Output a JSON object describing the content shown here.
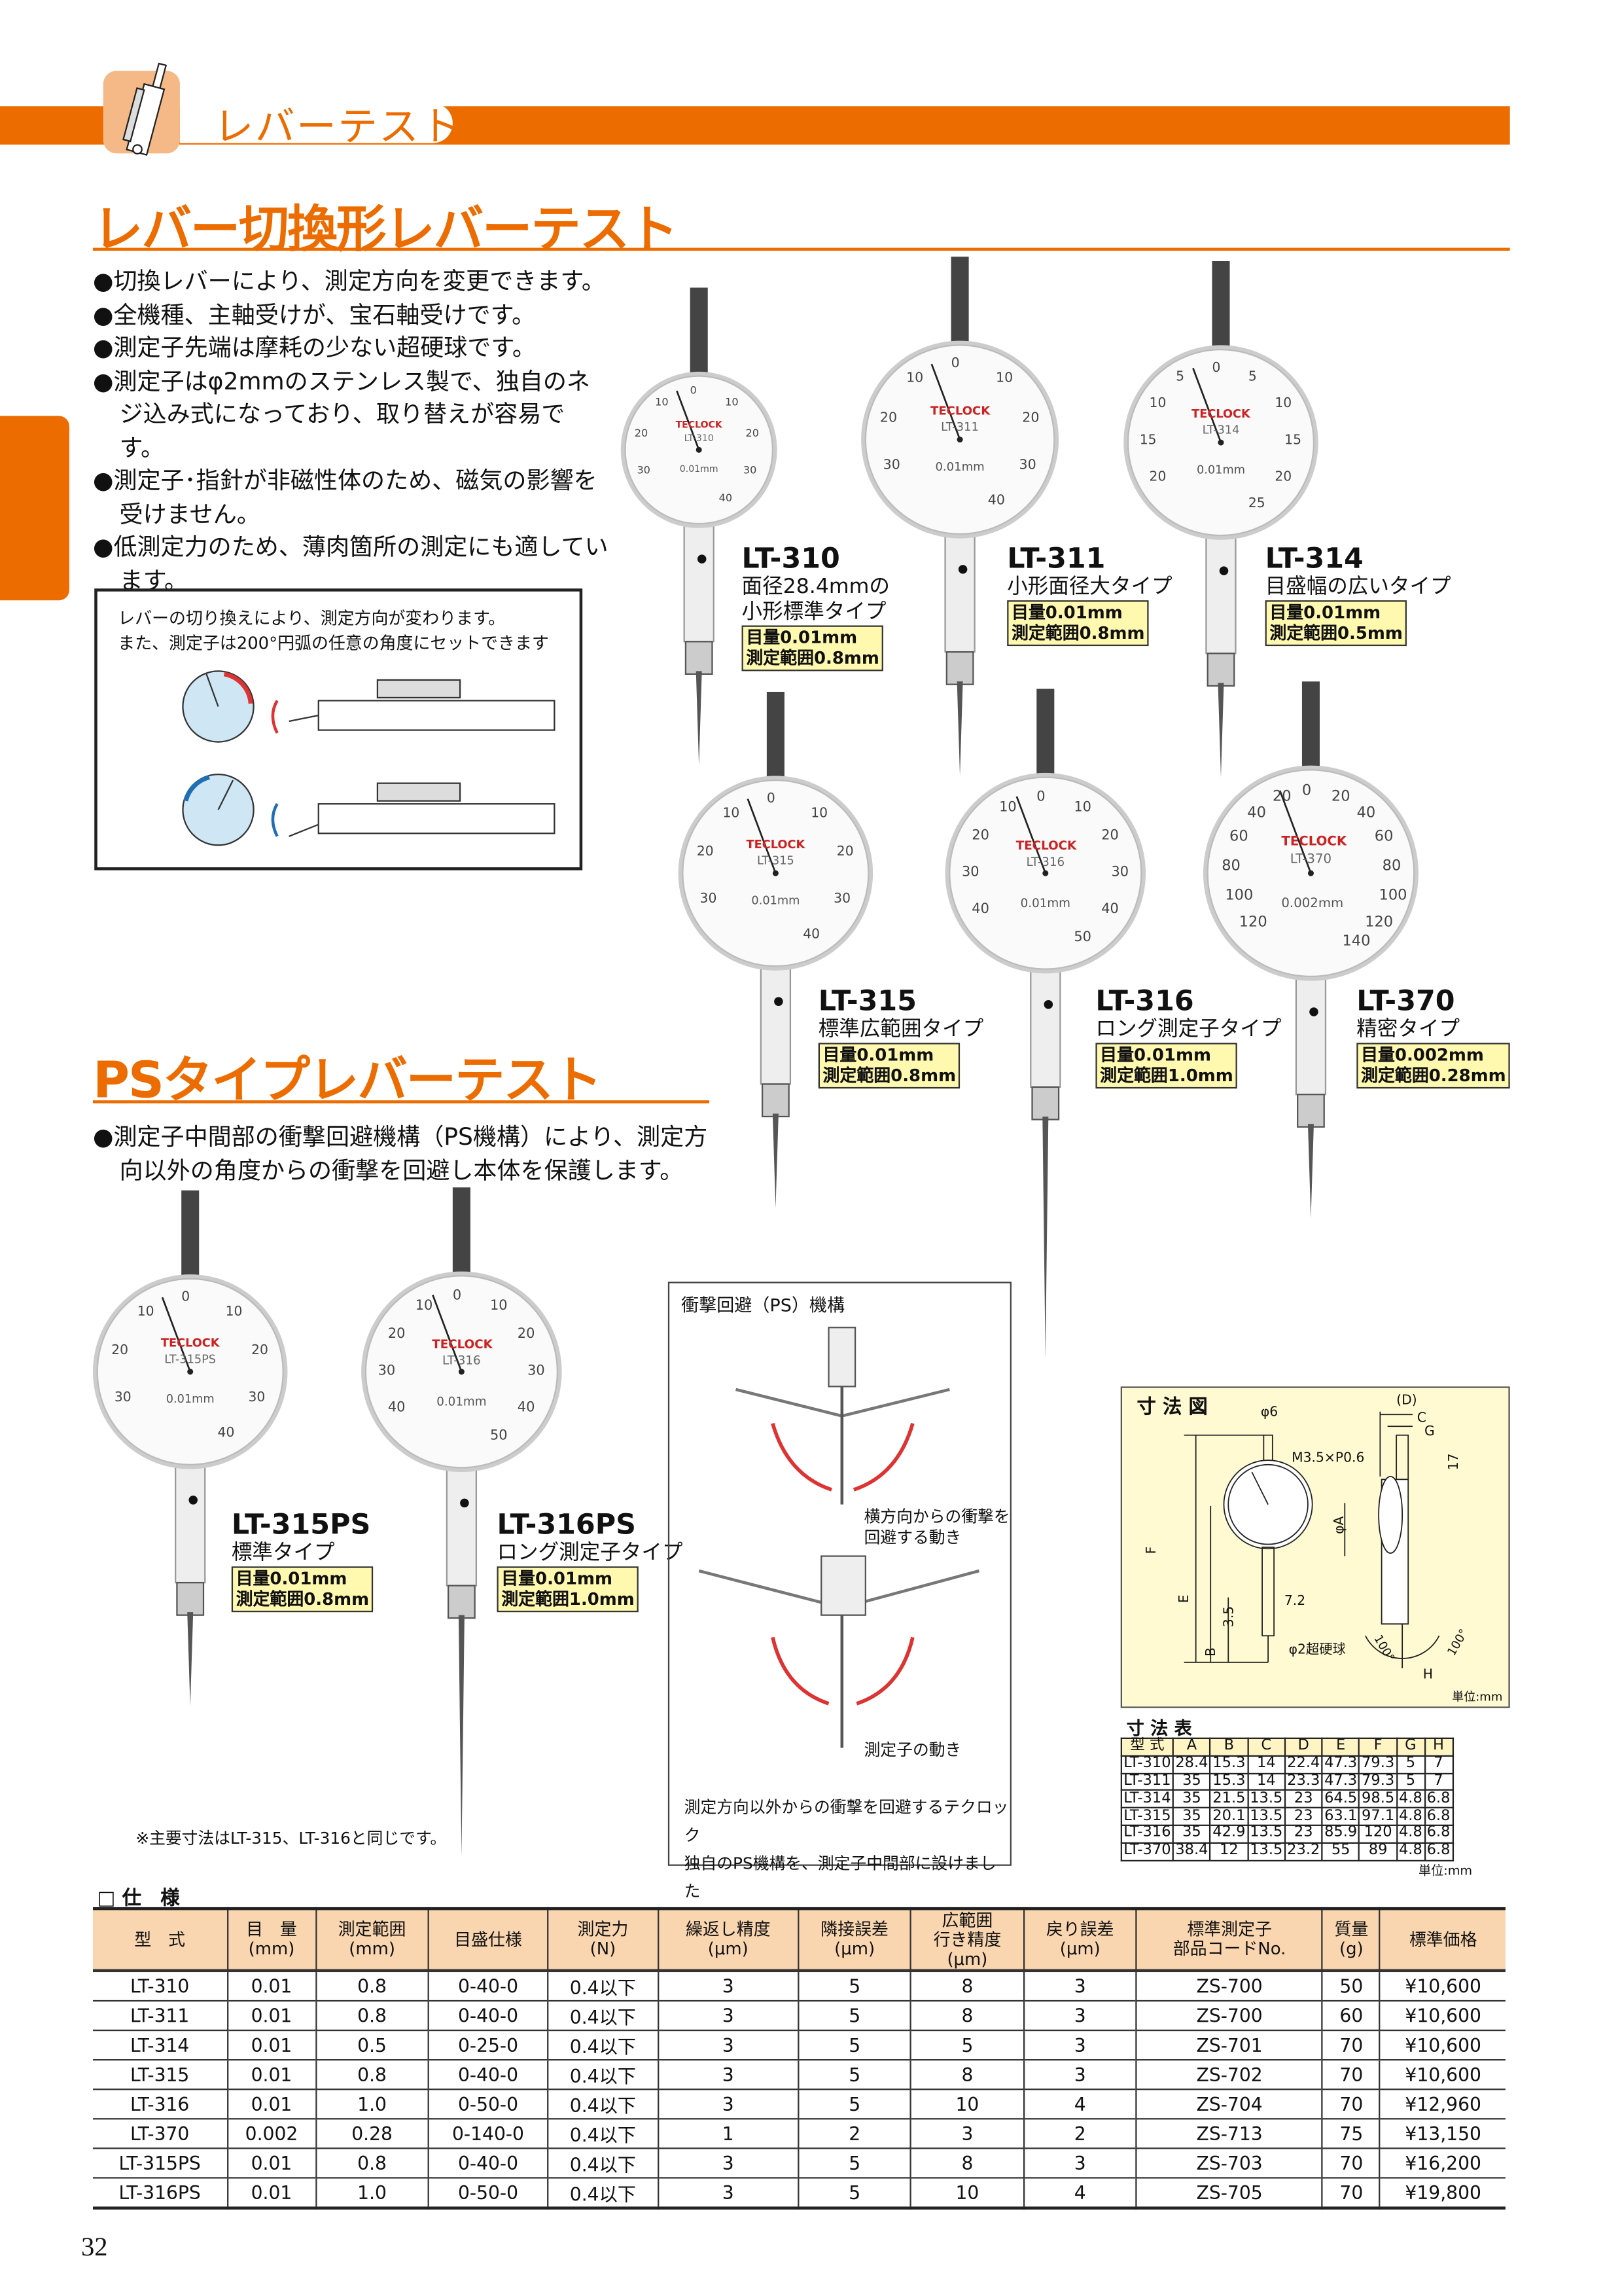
{
  "header": {
    "category": "レバーテスト"
  },
  "section1": {
    "title": "レバー切換形レバーテスト",
    "bullets": [
      "●切換レバーにより、測定方向を変更できます。",
      "●全機種、主軸受けが、宝石軸受けです。",
      "●測定子先端は摩耗の少ない超硬球です。",
      "●測定子はφ2mmのステンレス製で、独自のネジ込み式になっており、取り替えが容易です。",
      "●測定子･指針が非磁性体のため、磁気の影響を受けません。",
      "●低測定力のため、薄肉箇所の測定にも適しています。"
    ],
    "lever_note": [
      "レバーの切り換えにより、測定方向が変わります。",
      "また、測定子は200°円弧の任意の角度にセットできます"
    ]
  },
  "section2": {
    "title": "PSタイプレバーテスト",
    "bullets": [
      "●測定子中間部の衝撃回避機構（PS機構）により、測定方向以外の角度からの衝撃を回避し本体を保護します。"
    ],
    "note": "※主要寸法はLT-315、LT-316と同じです。"
  },
  "products": [
    {
      "model": "LT-310",
      "desc": [
        "面径28.4mmの",
        "小形標準タイプ"
      ],
      "spec": [
        "目量0.01mm",
        "測定範囲0.8mm"
      ],
      "brand": "TECLOCK",
      "dial_code": "LT-310",
      "unit": "0.01mm",
      "dial": [
        "0",
        "10",
        "10",
        "20",
        "20",
        "30",
        "30",
        "40"
      ]
    },
    {
      "model": "LT-311",
      "desc": [
        "小形面径大タイプ"
      ],
      "spec": [
        "目量0.01mm",
        "測定範囲0.8mm"
      ],
      "brand": "TECLOCK",
      "dial_code": "LT-311",
      "unit": "0.01mm",
      "dial": [
        "0",
        "10",
        "10",
        "20",
        "20",
        "30",
        "30",
        "40"
      ]
    },
    {
      "model": "LT-314",
      "desc": [
        "目盛幅の広いタイプ"
      ],
      "spec": [
        "目量0.01mm",
        "測定範囲0.5mm"
      ],
      "brand": "TECLOCK",
      "dial_code": "LT-314",
      "unit": "0.01mm",
      "dial": [
        "0",
        "5",
        "5",
        "10",
        "10",
        "15",
        "15",
        "20",
        "20",
        "25"
      ]
    },
    {
      "model": "LT-315",
      "desc": [
        "標準広範囲タイプ"
      ],
      "spec": [
        "目量0.01mm",
        "測定範囲0.8mm"
      ],
      "brand": "TECLOCK",
      "dial_code": "LT-315",
      "unit": "0.01mm",
      "dial": [
        "0",
        "10",
        "10",
        "20",
        "20",
        "30",
        "30",
        "40"
      ]
    },
    {
      "model": "LT-316",
      "desc": [
        "ロング測定子タイプ"
      ],
      "spec": [
        "目量0.01mm",
        "測定範囲1.0mm"
      ],
      "brand": "TECLOCK",
      "dial_code": "LT-316",
      "unit": "0.01mm",
      "dial": [
        "0",
        "10",
        "10",
        "20",
        "20",
        "30",
        "30",
        "40",
        "40",
        "50"
      ]
    },
    {
      "model": "LT-370",
      "desc": [
        "精密タイプ"
      ],
      "spec": [
        "目量0.002mm",
        "測定範囲0.28mm"
      ],
      "brand": "TECLOCK",
      "dial_code": "LT-370",
      "unit": "0.002mm",
      "dial": [
        "0",
        "20",
        "20",
        "40",
        "40",
        "60",
        "60",
        "80",
        "80",
        "100",
        "100",
        "120",
        "120",
        "140"
      ]
    },
    {
      "model": "LT-315PS",
      "desc": [
        "標準タイプ"
      ],
      "spec": [
        "目量0.01mm",
        "測定範囲0.8mm"
      ],
      "brand": "TECLOCK",
      "dial_code": "LT-315PS",
      "unit": "0.01mm",
      "dial": [
        "0",
        "10",
        "10",
        "20",
        "20",
        "30",
        "30",
        "40"
      ]
    },
    {
      "model": "LT-316PS",
      "desc": [
        "ロング測定子タイプ"
      ],
      "spec": [
        "目量0.01mm",
        "測定範囲1.0mm"
      ],
      "brand": "TECLOCK",
      "dial_code": "LT-316",
      "unit": "0.01mm",
      "dial": [
        "0",
        "10",
        "10",
        "20",
        "20",
        "30",
        "30",
        "40",
        "40",
        "50"
      ]
    }
  ],
  "ps_mechanism": {
    "title": "衝撃回避（PS）機構",
    "label1": [
      "横方向からの衝撃を",
      "回避する動き"
    ],
    "label2": "測定子の動き",
    "caption": [
      "測定方向以外からの衝撃を回避するテクロック",
      "独自のPS機構を、測定子中間部に設けました"
    ]
  },
  "dim_figure": {
    "title": "寸 法 図",
    "labels": {
      "phi6": "φ6",
      "thread": "M3.5×P0.6",
      "d": "(D)",
      "c": "C",
      "g": "G",
      "l17": "17",
      "phiA": "φA",
      "f": "F",
      "e": "E",
      "b": "B",
      "l35": "3.5",
      "l72": "7.2",
      "ball": "φ2超硬球",
      "deg1": "100°",
      "deg2": "100°",
      "h": "H"
    },
    "unit": "単位:mm"
  },
  "dim_table": {
    "title": "寸 法 表",
    "headers": [
      "型 式",
      "A",
      "B",
      "C",
      "D",
      "E",
      "F",
      "G",
      "H"
    ],
    "rows": [
      [
        "LT-310",
        "28.4",
        "15.3",
        "14",
        "22.4",
        "47.3",
        "79.3",
        "5",
        "7"
      ],
      [
        "LT-311",
        "35",
        "15.3",
        "14",
        "23.3",
        "47.3",
        "79.3",
        "5",
        "7"
      ],
      [
        "LT-314",
        "35",
        "21.5",
        "13.5",
        "23",
        "64.5",
        "98.5",
        "4.8",
        "6.8"
      ],
      [
        "LT-315",
        "35",
        "20.1",
        "13.5",
        "23",
        "63.1",
        "97.1",
        "4.8",
        "6.8"
      ],
      [
        "LT-316",
        "35",
        "42.9",
        "13.5",
        "23",
        "85.9",
        "120",
        "4.8",
        "6.8"
      ],
      [
        "LT-370",
        "38.4",
        "12",
        "13.5",
        "23.2",
        "55",
        "89",
        "4.8",
        "6.8"
      ]
    ],
    "unit": "単位:mm"
  },
  "spec_table": {
    "title": "□ 仕　様",
    "headers": [
      "型　式",
      "目　量\n(mm)",
      "測定範囲\n(mm)",
      "目盛仕様",
      "測定力\n(N)",
      "繰返し精度\n(μm)",
      "隣接誤差\n(μm)",
      "広範囲\n行き精度\n(μm)",
      "戻り誤差\n(μm)",
      "標準測定子\n部品コードNo.",
      "質量\n(g)",
      "標準価格"
    ],
    "rows": [
      [
        "LT-310",
        "0.01",
        "0.8",
        "0-40-0",
        "0.4以下",
        "3",
        "5",
        "8",
        "3",
        "ZS-700",
        "50",
        "¥10,600"
      ],
      [
        "LT-311",
        "0.01",
        "0.8",
        "0-40-0",
        "0.4以下",
        "3",
        "5",
        "8",
        "3",
        "ZS-700",
        "60",
        "¥10,600"
      ],
      [
        "LT-314",
        "0.01",
        "0.5",
        "0-25-0",
        "0.4以下",
        "3",
        "5",
        "5",
        "3",
        "ZS-701",
        "70",
        "¥10,600"
      ],
      [
        "LT-315",
        "0.01",
        "0.8",
        "0-40-0",
        "0.4以下",
        "3",
        "5",
        "8",
        "3",
        "ZS-702",
        "70",
        "¥10,600"
      ],
      [
        "LT-316",
        "0.01",
        "1.0",
        "0-50-0",
        "0.4以下",
        "3",
        "5",
        "10",
        "4",
        "ZS-704",
        "70",
        "¥12,960"
      ],
      [
        "LT-370",
        "0.002",
        "0.28",
        "0-140-0",
        "0.4以下",
        "1",
        "2",
        "3",
        "2",
        "ZS-713",
        "75",
        "¥13,150"
      ],
      [
        "LT-315PS",
        "0.01",
        "0.8",
        "0-40-0",
        "0.4以下",
        "3",
        "5",
        "8",
        "3",
        "ZS-703",
        "70",
        "¥16,200"
      ],
      [
        "LT-316PS",
        "0.01",
        "1.0",
        "0-50-0",
        "0.4以下",
        "3",
        "5",
        "10",
        "4",
        "ZS-705",
        "70",
        "¥19,800"
      ]
    ]
  },
  "page_number": "32",
  "colors": {
    "accent": "#ec6c00",
    "spec_fill": "#fff9b0",
    "table_header": "#f9d6b0",
    "dim_bg": "#fffad2"
  }
}
